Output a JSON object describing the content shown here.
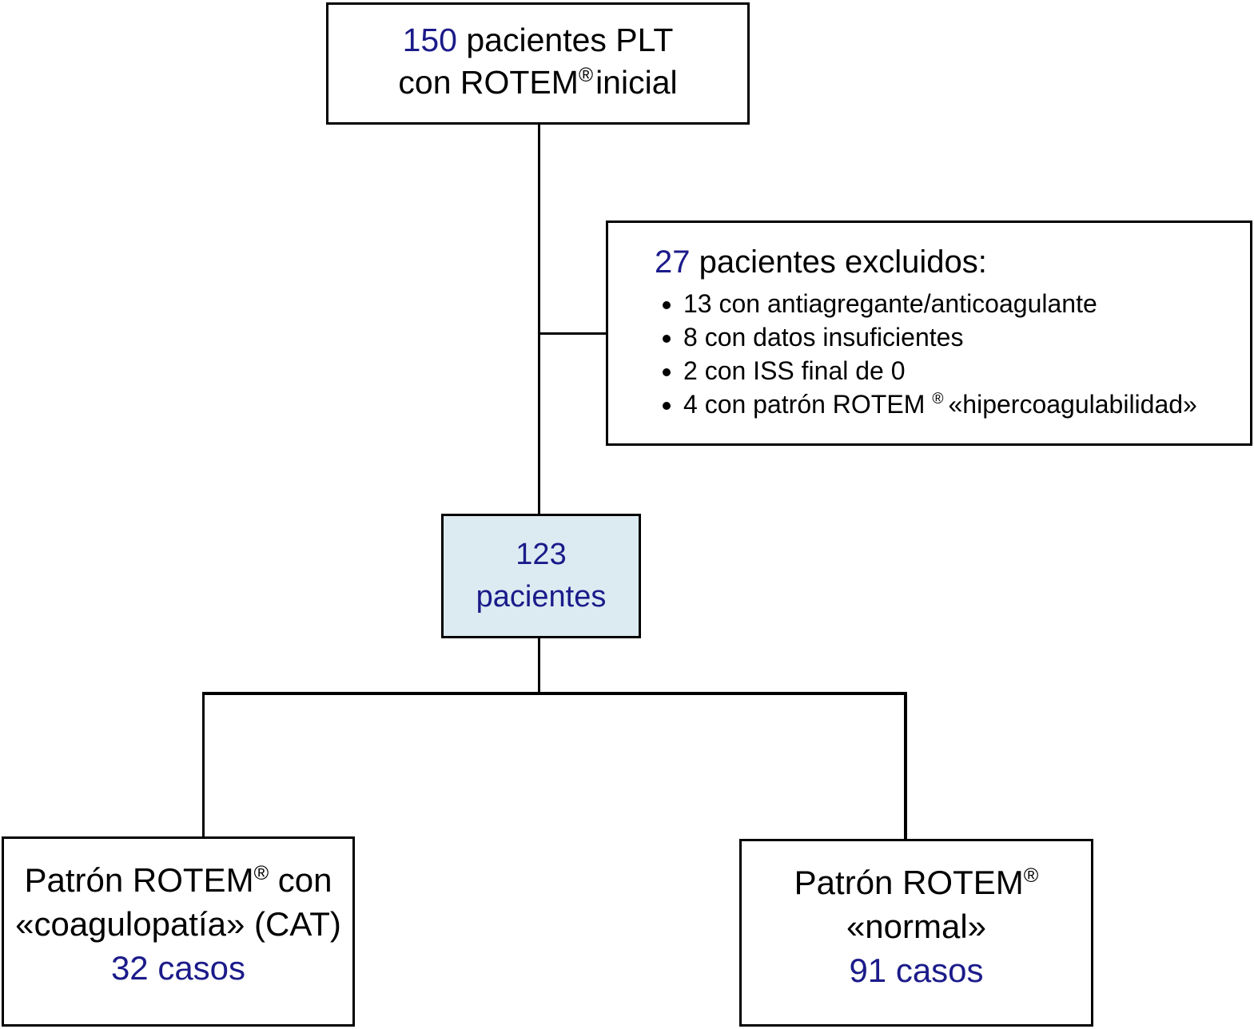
{
  "figure": {
    "type": "patient-flow-diagram",
    "colors": {
      "accent_navy": "#1b1b8a",
      "included_box_fill": "#dcebf2",
      "line_and_border": "#000000",
      "background": "#ffffff"
    },
    "boxes": {
      "initial": {
        "count": "150",
        "line1_rest": " pacientes PLT",
        "line2_pre": "con ROTEM",
        "registered": "®",
        "line2_post": "inicial"
      },
      "excluded": {
        "count": "27",
        "title_rest": " pacientes excluidos:",
        "bullets": [
          {
            "pre": "13 con antiagregante/anticoagulante",
            "reg": "",
            "post": ""
          },
          {
            "pre": "8 con datos insuficientes",
            "reg": "",
            "post": ""
          },
          {
            "pre": "2 con ISS final de 0",
            "reg": "",
            "post": ""
          },
          {
            "pre": "4 con patrón ROTEM",
            "reg": "®",
            "post": "«hipercoagulabilidad»"
          }
        ]
      },
      "included": {
        "count": "123",
        "label": "pacientes"
      },
      "coagulopathy": {
        "line1_pre": "Patrón ROTEM",
        "registered": "®",
        "line1_post": " con",
        "line2": "«coagulopatía» (CAT)",
        "cases": "32 casos"
      },
      "normal": {
        "line1_pre": "Patrón ROTEM",
        "registered": "®",
        "line2": "«normal»",
        "cases": "91 casos"
      }
    }
  }
}
